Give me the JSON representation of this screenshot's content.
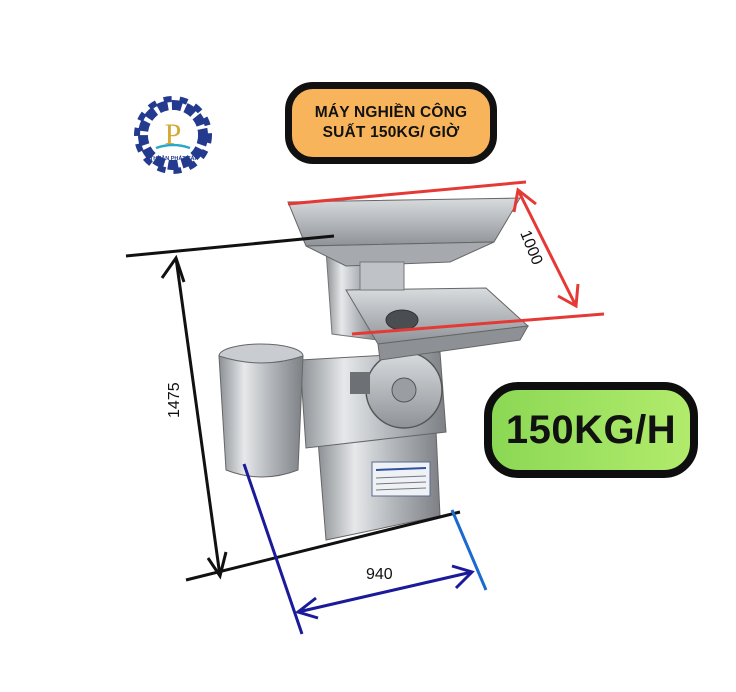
{
  "logo": {
    "brand": "THUẬN PHÁT TÀI",
    "letter": "P"
  },
  "title": {
    "line1": "MÁY NGHIỀN CÔNG",
    "line2": "SUẤT 150KG/ GIỜ"
  },
  "capacity": "150KG/H",
  "dimensions": {
    "height": "1475",
    "width": "940",
    "depth": "1000"
  },
  "colors": {
    "title_bg": "#f7b45a",
    "capacity_bg": "#9fe05f",
    "height_line": "#111111",
    "width_line": "#1a1a9a",
    "depth_line": "#e53935"
  }
}
